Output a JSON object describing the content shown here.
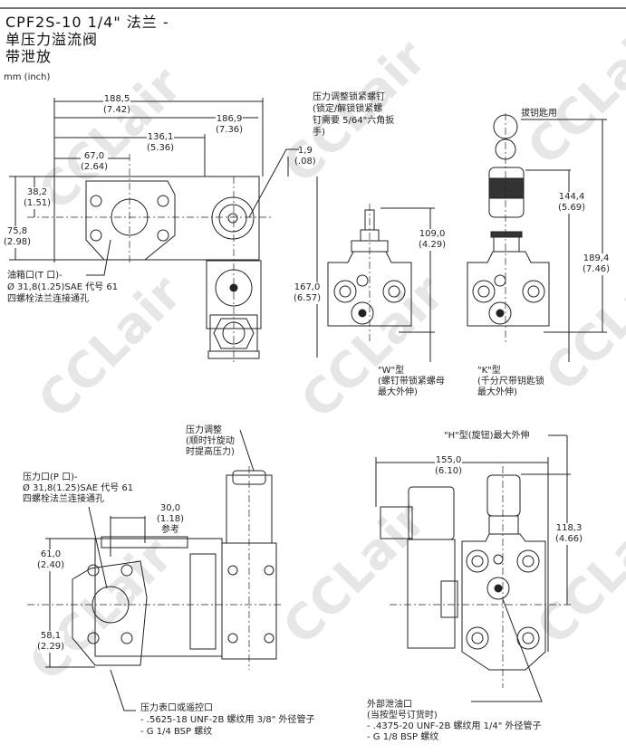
{
  "header": {
    "title_line1": "CPF2S-10  1/4\"  法兰  -",
    "title_line2": "单压力溢流阀",
    "title_line3": "带泄放",
    "units": "mm (inch)"
  },
  "top_view": {
    "dim_188": [
      "188,5",
      "(7.42)"
    ],
    "dim_186": [
      "186,9",
      "(7.36)"
    ],
    "dim_136": [
      "136,1",
      "(5.36)"
    ],
    "dim_67": [
      "67,0",
      "(2.64)"
    ],
    "dim_1_9": [
      "1,9",
      "(.08)"
    ],
    "dim_38": [
      "38,2",
      "(1.51)"
    ],
    "dim_75": [
      "75,8",
      "(2.98)"
    ],
    "tank_port": [
      "油箱口(T 口)-",
      "Ø 31,8(1.25)SAE 代号 61",
      "四螺栓法兰连接通孔"
    ],
    "lock_screw": [
      "压力调整锁紧螺钉",
      "(锁定/解锁锁紧螺",
      "钉需要 5/64\"六角扳",
      "手)"
    ]
  },
  "side_views": {
    "dim_167": [
      "167,0",
      "(6.57)"
    ],
    "dim_109": [
      "109,0",
      "(4.29)"
    ],
    "key_note": "拔钥匙用",
    "dim_144": [
      "144,4",
      "(5.69)"
    ],
    "dim_189": [
      "189,4",
      "(7.46)"
    ],
    "w_type": [
      "\"W\"型",
      "(螺钉带锁紧螺母",
      "最大外伸)"
    ],
    "k_type": [
      "\"K\"型",
      "(千分尺带钥匙锁",
      "最大外伸)"
    ]
  },
  "front_view": {
    "pressure_adjust": [
      "压力调整",
      "(顺时针旋动",
      "时提高压力)"
    ],
    "pressure_port": [
      "压力口(P 口)-",
      "Ø 31,8(1.25)SAE 代号 61",
      "四螺栓法兰连接通孔"
    ],
    "dim_30": [
      "30,0",
      "(1.18)",
      "参考"
    ],
    "dim_61": [
      "61,0",
      "(2.40)"
    ],
    "dim_58": [
      "58,1",
      "(2.29)"
    ],
    "gauge_port": [
      "压力表口或遥控口",
      "- .5625-18 UNF-2B 螺纹用 3/8\" 外径管子",
      "- G 1/4 BSP 螺纹"
    ]
  },
  "right_view": {
    "h_type": "\"H\"型(旋钮)最大外伸",
    "dim_155": [
      "155,0",
      "(6.10)"
    ],
    "dim_118": [
      "118,3",
      "(4.66)"
    ],
    "drain_port": [
      "外部泄油口",
      "(当按型号订货时)",
      "- .4375-20 UNF-2B 螺纹用 1/4\" 外径管子",
      "- G 1/8 BSP 螺纹"
    ]
  },
  "watermark": "CCLair",
  "colors": {
    "line": "#222222",
    "watermark": "#c8c8c8"
  }
}
